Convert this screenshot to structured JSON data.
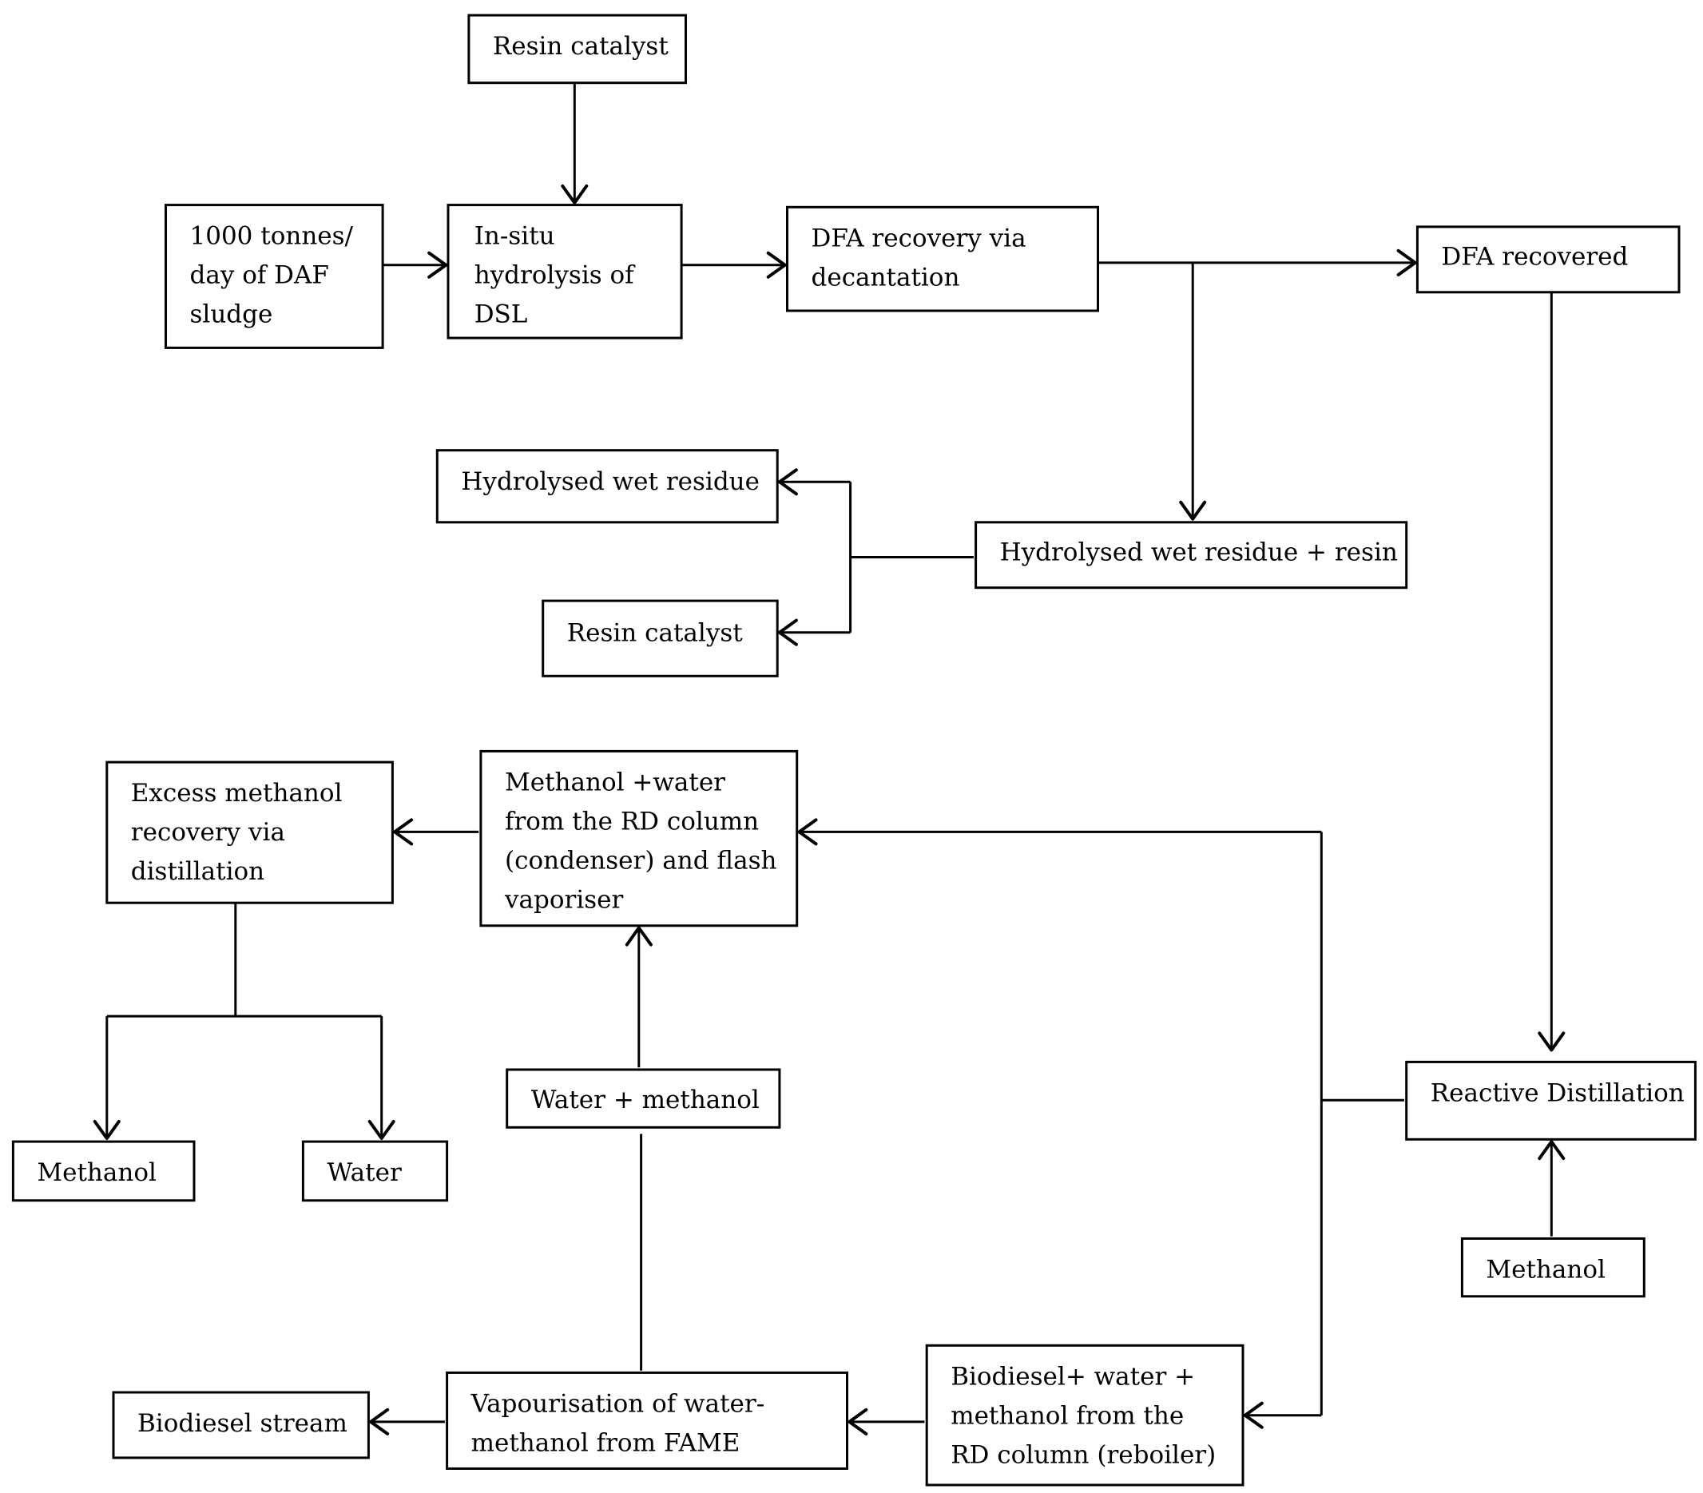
{
  "nodes": {
    "resin_catalyst_top": [
      "Resin catalyst"
    ],
    "daf_sludge": [
      "1000 tonnes/",
      "day of DAF",
      "sludge"
    ],
    "hydrolysis": [
      "In-situ",
      "hydrolysis of",
      "DSL"
    ],
    "dfa_recovery": [
      "DFA recovery via",
      "decantation"
    ],
    "dfa_recovered": [
      "DFA recovered"
    ],
    "hydrolysed_residue": [
      "Hydrolysed wet residue"
    ],
    "residue_resin": [
      "Hydrolysed wet residue + resin"
    ],
    "resin_catalyst_out": [
      "Resin catalyst"
    ],
    "excess_methanol": [
      "Excess methanol",
      "recovery via",
      "distillation"
    ],
    "methanol_water_condenser": [
      " Methanol +water",
      "from the RD column",
      "(condenser) and flash",
      "vaporiser"
    ],
    "methanol_out": [
      "Methanol"
    ],
    "water_out": [
      "Water"
    ],
    "water_methanol": [
      "Water + methanol"
    ],
    "reactive_distillation": [
      "Reactive Distillation"
    ],
    "methanol_feed": [
      "Methanol"
    ],
    "biodiesel_stream": [
      "Biodiesel stream"
    ],
    "vapourisation": [
      "Vapourisation of water-",
      "methanol  from FAME"
    ],
    "biodiesel_reboiler": [
      "Biodiesel+ water +",
      "methanol from the",
      "RD column (reboiler)"
    ]
  }
}
